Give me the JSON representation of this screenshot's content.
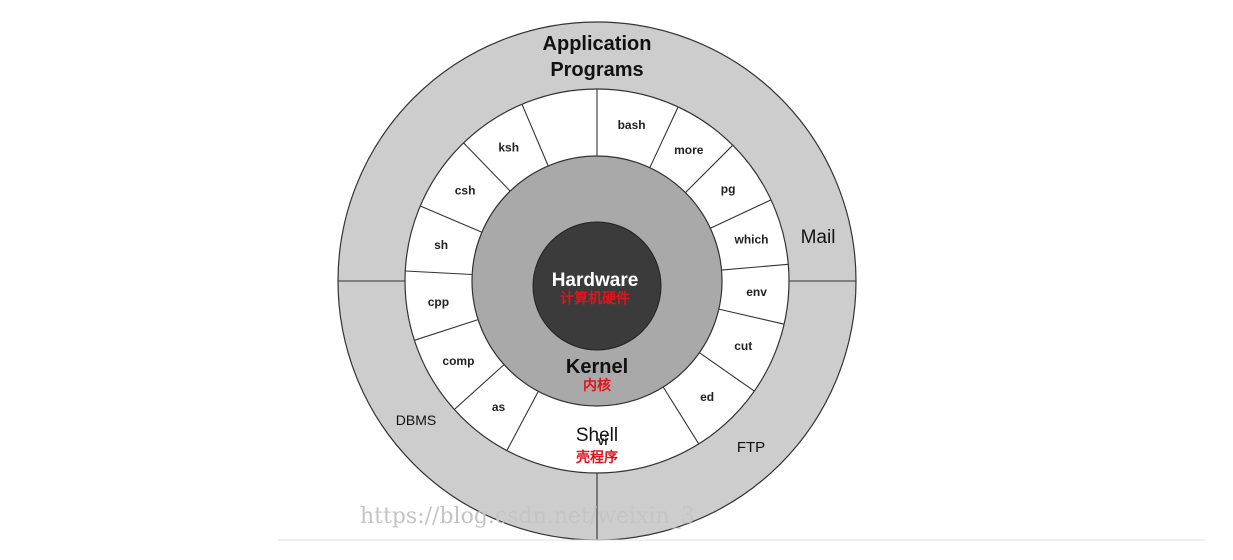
{
  "diagram": {
    "application_title": [
      "Application",
      "Programs"
    ],
    "sectors": {
      "mail": "Mail",
      "dbms": "DBMS",
      "ftp": "FTP"
    },
    "shell_tools": [
      "bash",
      "more",
      "pg",
      "which",
      "env",
      "cut",
      "ed",
      "vi",
      "as",
      "comp",
      "cpp",
      "sh",
      "csh",
      "ksh"
    ],
    "shell": {
      "label": "Shell",
      "label_cn": "壳程序"
    },
    "kernel": {
      "label": "Kernel",
      "label_cn": "内核"
    },
    "hardware": {
      "label": "Hardware",
      "label_cn": "计算机硬件"
    },
    "colors": {
      "outer_ring": "#cdcdcd",
      "kernel": "#a9a9a9",
      "hardware": "#3b3b3b",
      "chinese_text": "#e0151c"
    }
  },
  "watermark": "https://blog.csdn.net/weixin_3"
}
